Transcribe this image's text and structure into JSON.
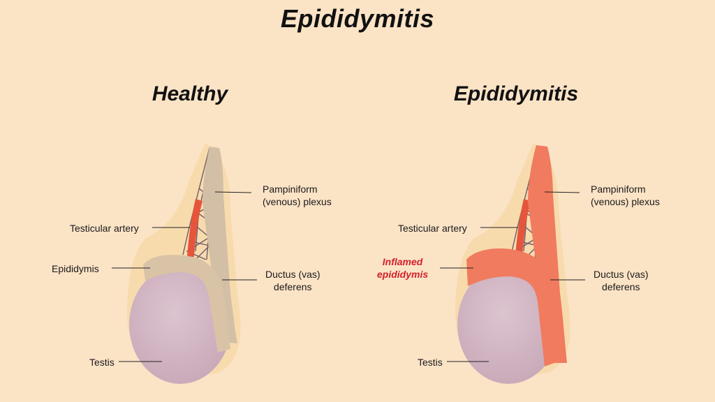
{
  "title": "Epididymitis",
  "panels": [
    {
      "heading": "Healthy",
      "labels": {
        "pampiniform": "Pampiniform\n(venous) plexus",
        "testicular_artery": "Testicular artery",
        "epididymis": "Epididymis",
        "ductus": "Ductus (vas)\ndeferens",
        "testis": "Testis"
      }
    },
    {
      "heading": "Epididymitis",
      "labels": {
        "pampiniform": "Pampiniform\n(venous) plexus",
        "testicular_artery": "Testicular artery",
        "epididymis": "Inflamed\nepididymis",
        "ductus": "Ductus (vas)\ndeferens",
        "testis": "Testis"
      }
    }
  ],
  "colors": {
    "background": "#fbe3c6",
    "testis": "#d8bcc8",
    "healthy_epididymis": "#d9c3a6",
    "inflamed_epididymis": "#f07b5e",
    "artery": "#e5553c",
    "veins": "#6d5b6b",
    "inflamed_label": "#d3202a"
  }
}
